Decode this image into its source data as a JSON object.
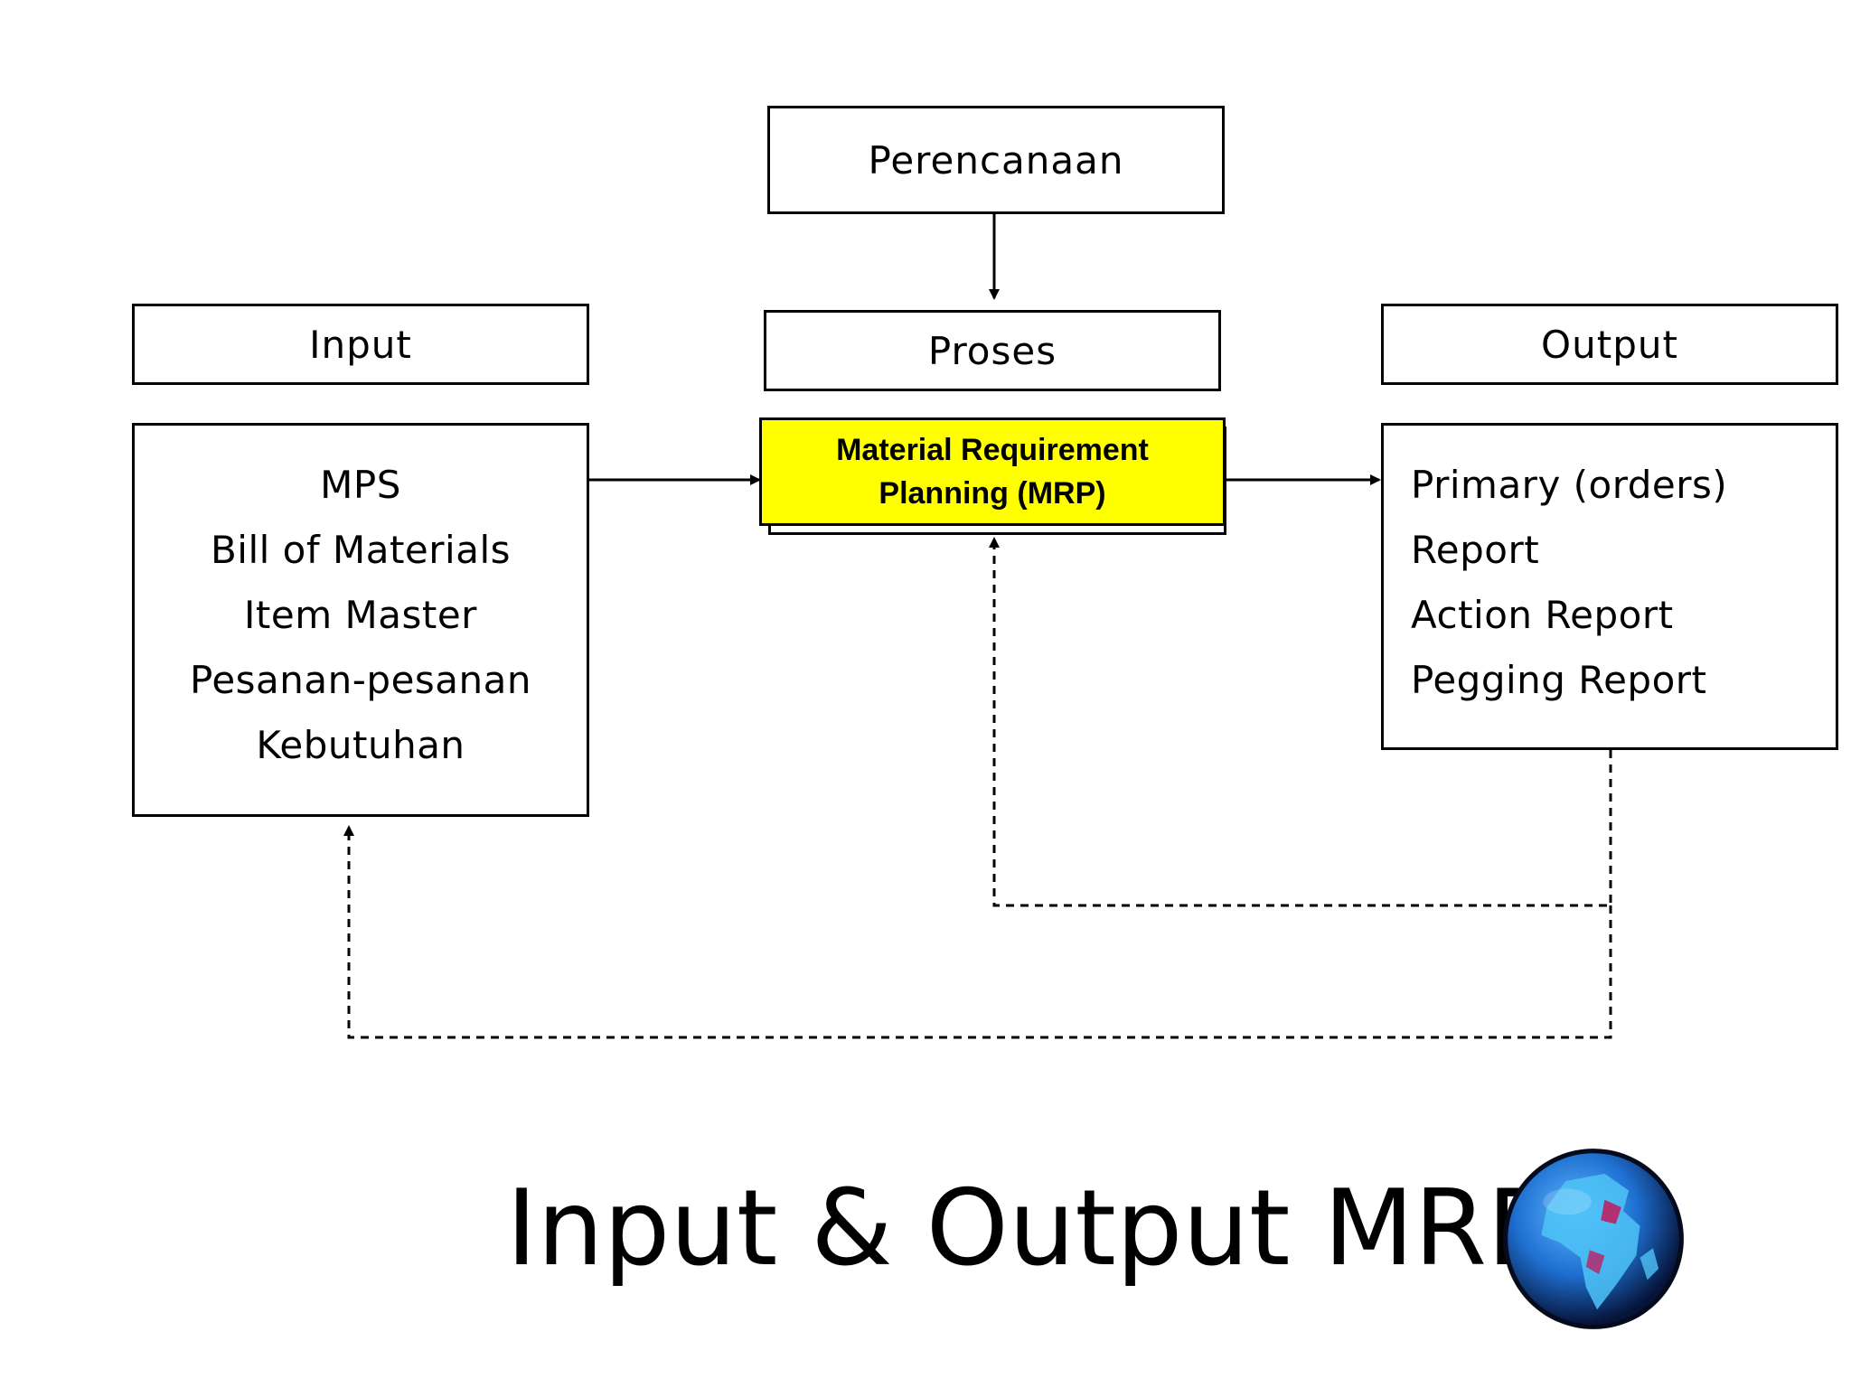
{
  "planning": {
    "label": "Perencanaan"
  },
  "input": {
    "header": "Input",
    "items": [
      "MPS",
      "Bill of Materials",
      "Item Master",
      "Pesanan-pesanan",
      "Kebutuhan"
    ]
  },
  "process": {
    "header": "Proses",
    "mrp_line1": "Material Requirement",
    "mrp_line2": "Planning (MRP)"
  },
  "output": {
    "header": "Output",
    "items": [
      "Primary (orders)",
      "Report",
      "Action Report",
      "Pegging Report"
    ]
  },
  "title": "Input & Output MRP",
  "colors": {
    "mrp_fill": "#ffff00",
    "line": "#000000",
    "globe_ocean": "#1e6fd0",
    "globe_land": "#4fc3f7",
    "globe_accent": "#c2185b"
  },
  "icons": {
    "globe": "globe-icon"
  }
}
